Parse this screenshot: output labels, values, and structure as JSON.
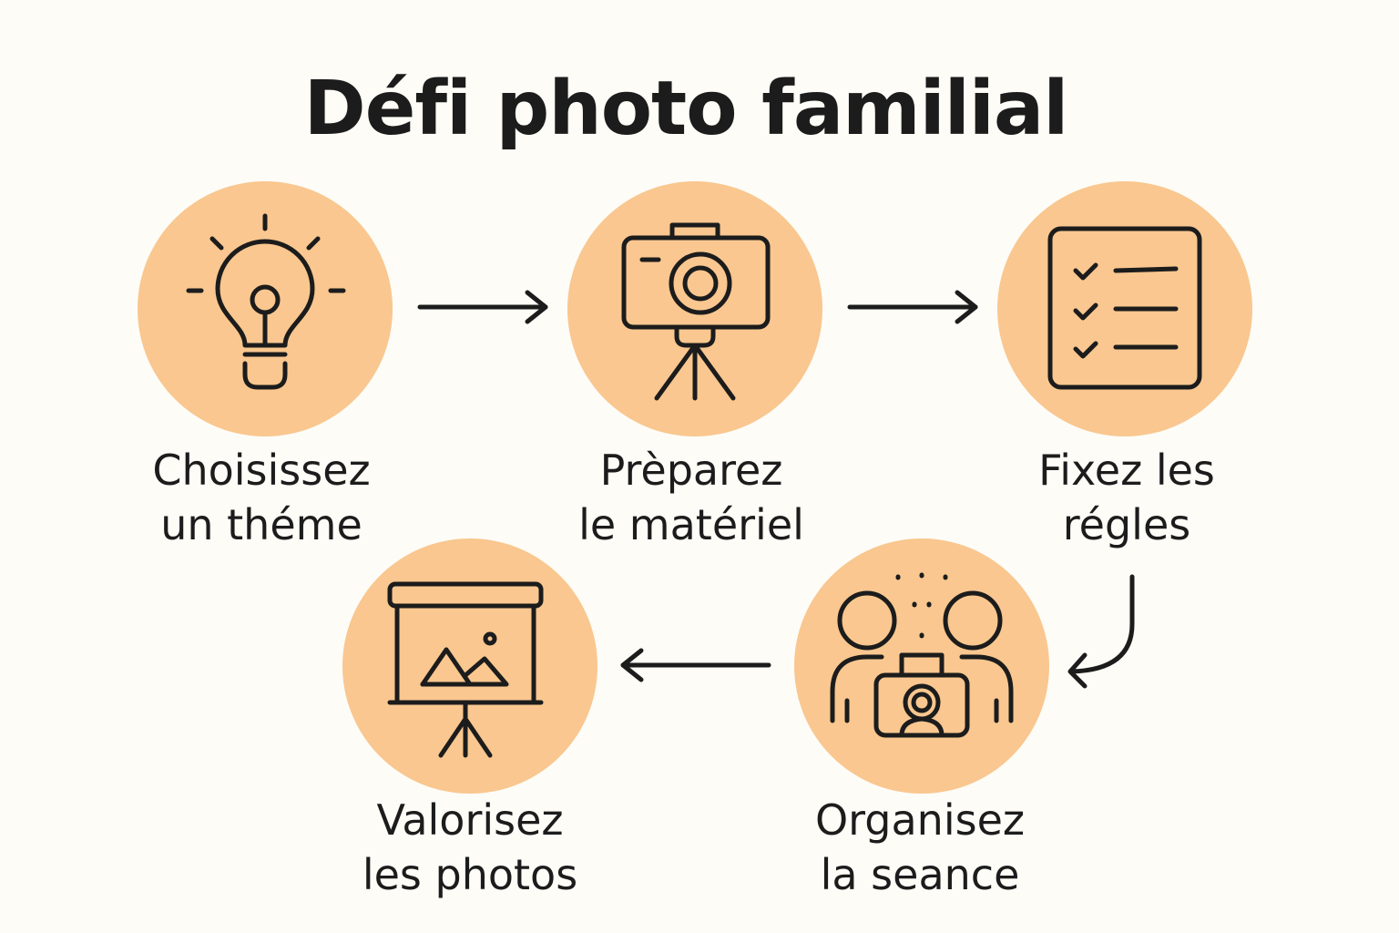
{
  "title": "Défi photo familial",
  "colors": {
    "background": "#fdfcf7",
    "circle": "#f9c78f",
    "ink": "#1c1c1c"
  },
  "steps": [
    {
      "icon": "lightbulb-icon",
      "line1": "Choisissez",
      "line2": "un théme"
    },
    {
      "icon": "camera-tripod-icon",
      "line1": "Prèparez",
      "line2": "le matériel"
    },
    {
      "icon": "checklist-icon",
      "line1": "Fixez les",
      "line2": "régles"
    },
    {
      "icon": "group-photo-icon",
      "line1": "Organisez",
      "line2": "la seance"
    },
    {
      "icon": "projector-screen-icon",
      "line1": "Valorisez",
      "line2": "les photos"
    }
  ]
}
